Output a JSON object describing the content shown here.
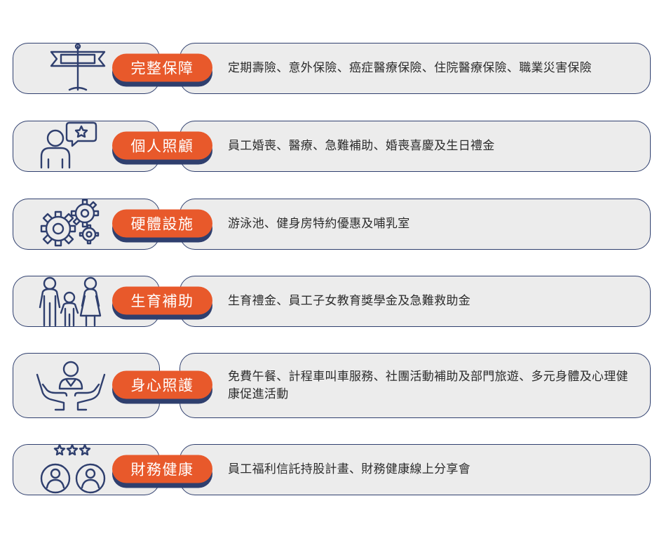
{
  "rows": [
    {
      "title": "完整保障",
      "icon": "flag-icon",
      "desc": "定期壽險、意外保險、癌症醫療保險、住院醫療保險、職業災害保險"
    },
    {
      "title": "個人照顧",
      "icon": "person-chat-icon",
      "desc": "員工婚喪、醫療、急難補助、婚喪喜慶及生日禮金"
    },
    {
      "title": "硬體設施",
      "icon": "gears-icon",
      "desc": "游泳池、健身房特約優惠及哺乳室"
    },
    {
      "title": "生育補助",
      "icon": "family-icon",
      "desc": "生育禮金、員工子女教育獎學金及急難救助金"
    },
    {
      "title": "身心照護",
      "icon": "care-hands-icon",
      "desc": "免費午餐、計程車叫車服務、社團活動補助及部門旅遊、多元身體及心理健康促進活動"
    },
    {
      "title": "財務健康",
      "icon": "rated-people-icon",
      "desc": "員工福利信託持股計畫、財務健康線上分享會"
    }
  ],
  "colors": {
    "accent": "#e8592b",
    "navy": "#2f3f6e",
    "panel": "#ececec"
  }
}
